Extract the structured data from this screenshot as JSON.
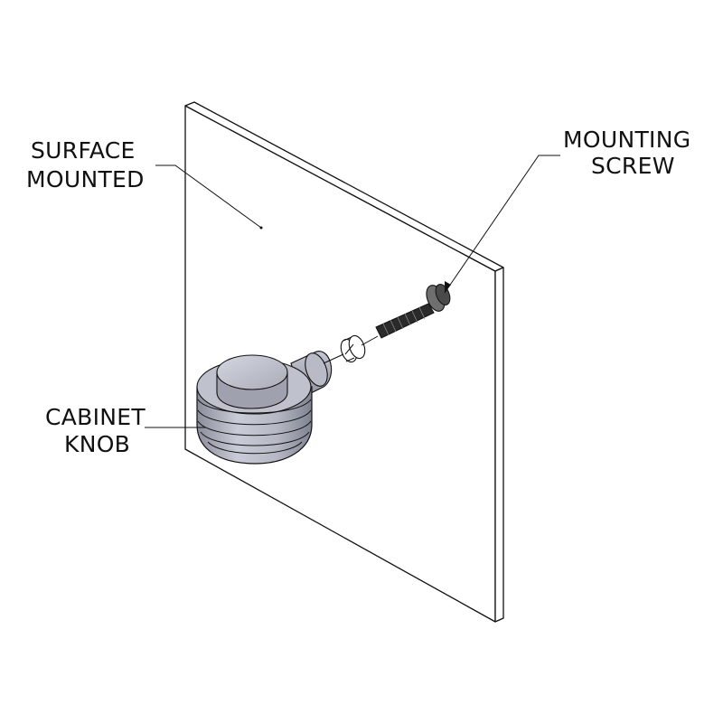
{
  "labels": {
    "surface_mounted": {
      "line1": "SURFACE",
      "line2": "MOUNTED"
    },
    "mounting_screw": {
      "line1": "MOUNTING",
      "line2": "SCREW"
    },
    "cabinet_knob": {
      "line1": "CABINET",
      "line2": "KNOB"
    }
  },
  "colors": {
    "line": "#111111",
    "knob_light": "#c9ccd6",
    "knob_mid": "#a6a9b6",
    "knob_dark": "#7f8290",
    "screw_dark": "#2a2a2a"
  }
}
